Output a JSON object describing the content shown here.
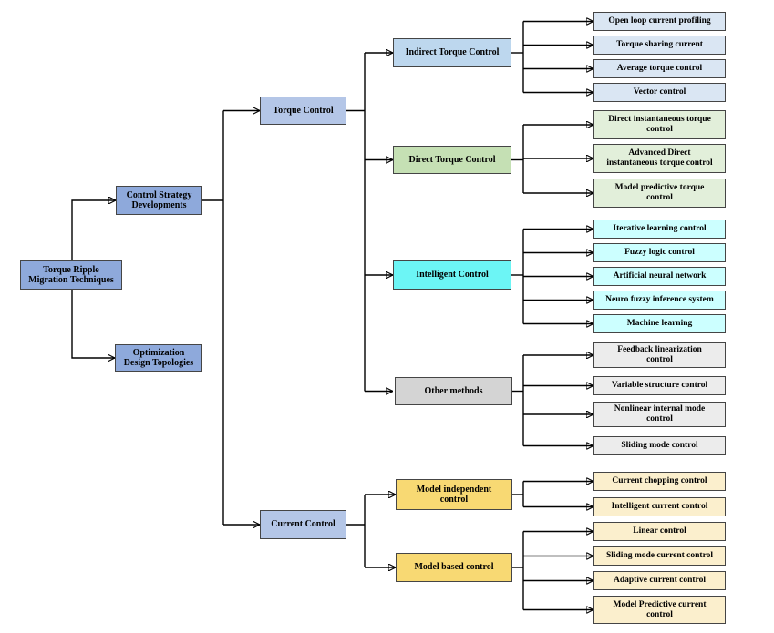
{
  "figure": {
    "background": "#ffffff",
    "line_color": "#000000",
    "text_color": "#000000"
  },
  "palette": {
    "root_blue": "#8ea9db",
    "control_blue": "#b4c6e7",
    "indirect_blue": "#bdd7ee",
    "indirect_leaf_blue": "#dae6f3",
    "direct_green": "#c5e0b4",
    "direct_leaf_green": "#e2efda",
    "intelligent_cyan": "#6cf5f5",
    "intelligent_leaf_cyan": "#ccffff",
    "other_gray": "#d4d4d4",
    "other_leaf_gray": "#ececec",
    "model_gold": "#f8d973",
    "model_leaf_cream": "#fbefcd"
  },
  "diagram": {
    "root": {
      "label": "Torque Ripple\nMigration Techniques"
    },
    "level1": [
      {
        "label": "Control Strategy\nDevelopments"
      },
      {
        "label": "Optimization\nDesign Topologies"
      }
    ],
    "level2": [
      {
        "label": "Torque Control"
      },
      {
        "label": "Current Control"
      }
    ],
    "groups": [
      {
        "label": "Indirect Torque Control",
        "leaves": [
          "Open loop current profiling",
          "Torque sharing current",
          "Average torque control",
          "Vector control"
        ]
      },
      {
        "label": "Direct Torque Control",
        "leaves": [
          "Direct instantaneous torque\ncontrol",
          "Advanced Direct\ninstantaneous torque control",
          "Model predictive torque\ncontrol"
        ]
      },
      {
        "label": "Intelligent Control",
        "leaves": [
          "Iterative learning control",
          "Fuzzy logic control",
          "Artificial neural network",
          "Neuro fuzzy inference system",
          "Machine learning"
        ]
      },
      {
        "label": "Other methods",
        "leaves": [
          "Feedback linearization\ncontrol",
          "Variable structure control",
          "Nonlinear internal mode\ncontrol",
          "Sliding mode control"
        ]
      },
      {
        "label": "Model independent\ncontrol",
        "leaves": [
          "Current chopping control",
          "Intelligent current control"
        ]
      },
      {
        "label": "Model based control",
        "leaves": [
          "Linear control",
          "Sliding mode current control",
          "Adaptive current control",
          "Model Predictive current\ncontrol"
        ]
      }
    ]
  }
}
